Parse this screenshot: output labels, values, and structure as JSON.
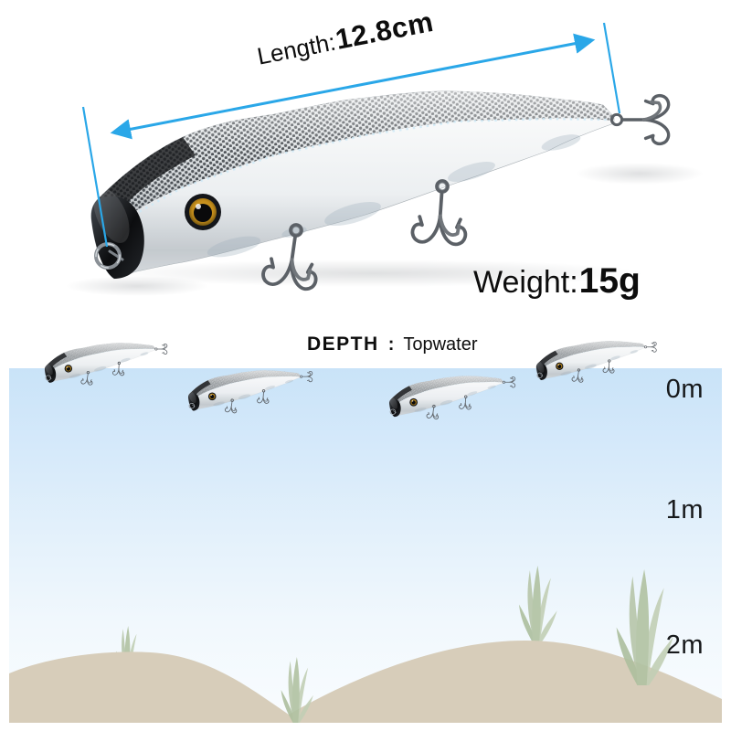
{
  "meta": {
    "type": "product-infographic",
    "subject": "floating minnow fishing lure"
  },
  "measurements": {
    "length_label": "Length:",
    "length_value": "12.8cm",
    "weight_label": "Weight:",
    "weight_value": "15g"
  },
  "depth_diagram": {
    "label": "DEPTH",
    "separator": ":",
    "value": "Topwater",
    "markers": [
      "0m",
      "1m",
      "2m"
    ]
  },
  "graphics": {
    "main_lure": "fishing-lure-photo",
    "surface_lures": "floating-lure-thumbnail",
    "length_arrow": "double-headed-measurement-arrow",
    "water": "water-depth-gradient",
    "sand": "sand-dune",
    "seaweed": "seaweed-plant"
  },
  "colors": {
    "arrow_blue": "#2aa7e8",
    "water_top": "#c9e3f8",
    "water_bottom": "#f9fcfe",
    "sand": "#d7cdba",
    "seaweed": "#b7c6a9",
    "text": "#0d0d0d"
  }
}
